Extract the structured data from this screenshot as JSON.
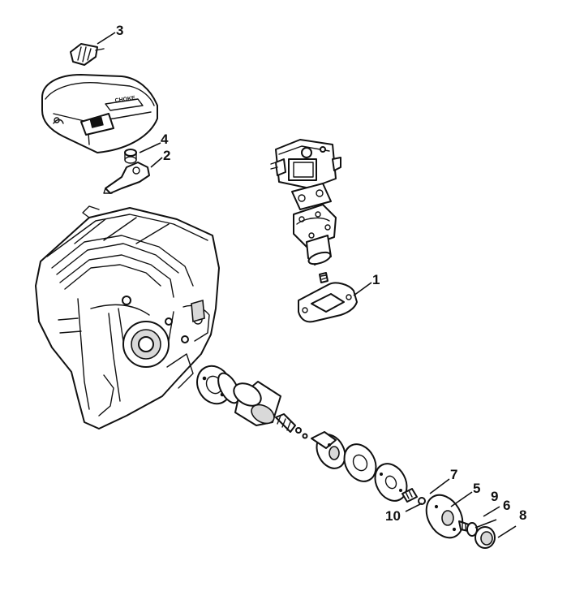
{
  "callouts": [
    {
      "id": "1",
      "label": "1"
    },
    {
      "id": "2",
      "label": "2"
    },
    {
      "id": "3",
      "label": "3"
    },
    {
      "id": "4",
      "label": "4"
    },
    {
      "id": "5",
      "label": "5"
    },
    {
      "id": "6",
      "label": "6"
    },
    {
      "id": "7",
      "label": "7"
    },
    {
      "id": "8",
      "label": "8"
    },
    {
      "id": "9",
      "label": "9"
    },
    {
      "id": "10",
      "label": "10"
    }
  ],
  "parts": {
    "air_filter_cover": {
      "stamp": "CHOKE"
    }
  }
}
